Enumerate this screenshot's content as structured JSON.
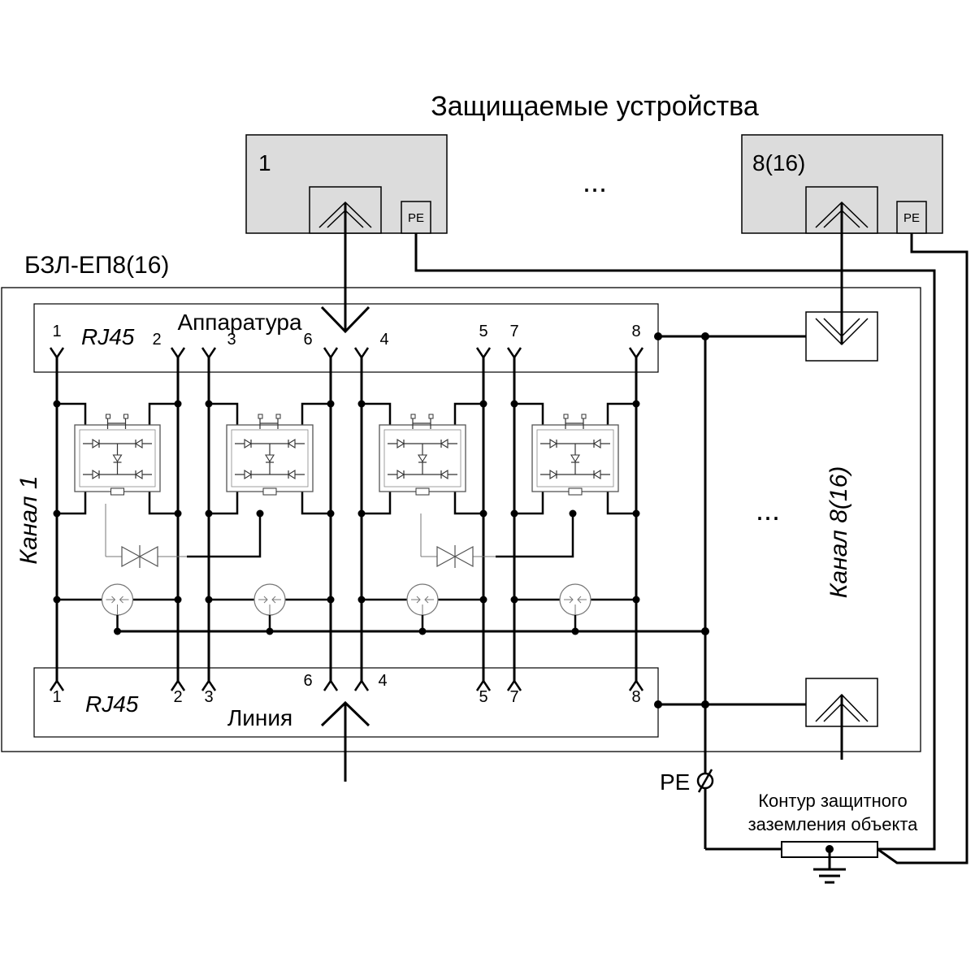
{
  "diagram": {
    "title": "Защищаемые устройства",
    "device_first": "1",
    "device_last": "8(16)",
    "ellipsis": "...",
    "pe": "PE",
    "block_name": "БЗЛ-ЕП8(16)",
    "connector_type": "RJ45",
    "top_connector": "Аппаратура",
    "bottom_connector": "Линия",
    "channel_first": "Канал 1",
    "channel_last": "Канал 8(16)",
    "pe_terminal": "PE",
    "ground_line1": "Контур защитного",
    "ground_line2": "заземления объекта",
    "pins_top": [
      "1",
      "2",
      "3",
      "6",
      "4",
      "5",
      "7",
      "8"
    ],
    "pins_bottom": [
      "1",
      "2",
      "3",
      "6",
      "4",
      "5",
      "7",
      "8"
    ]
  }
}
